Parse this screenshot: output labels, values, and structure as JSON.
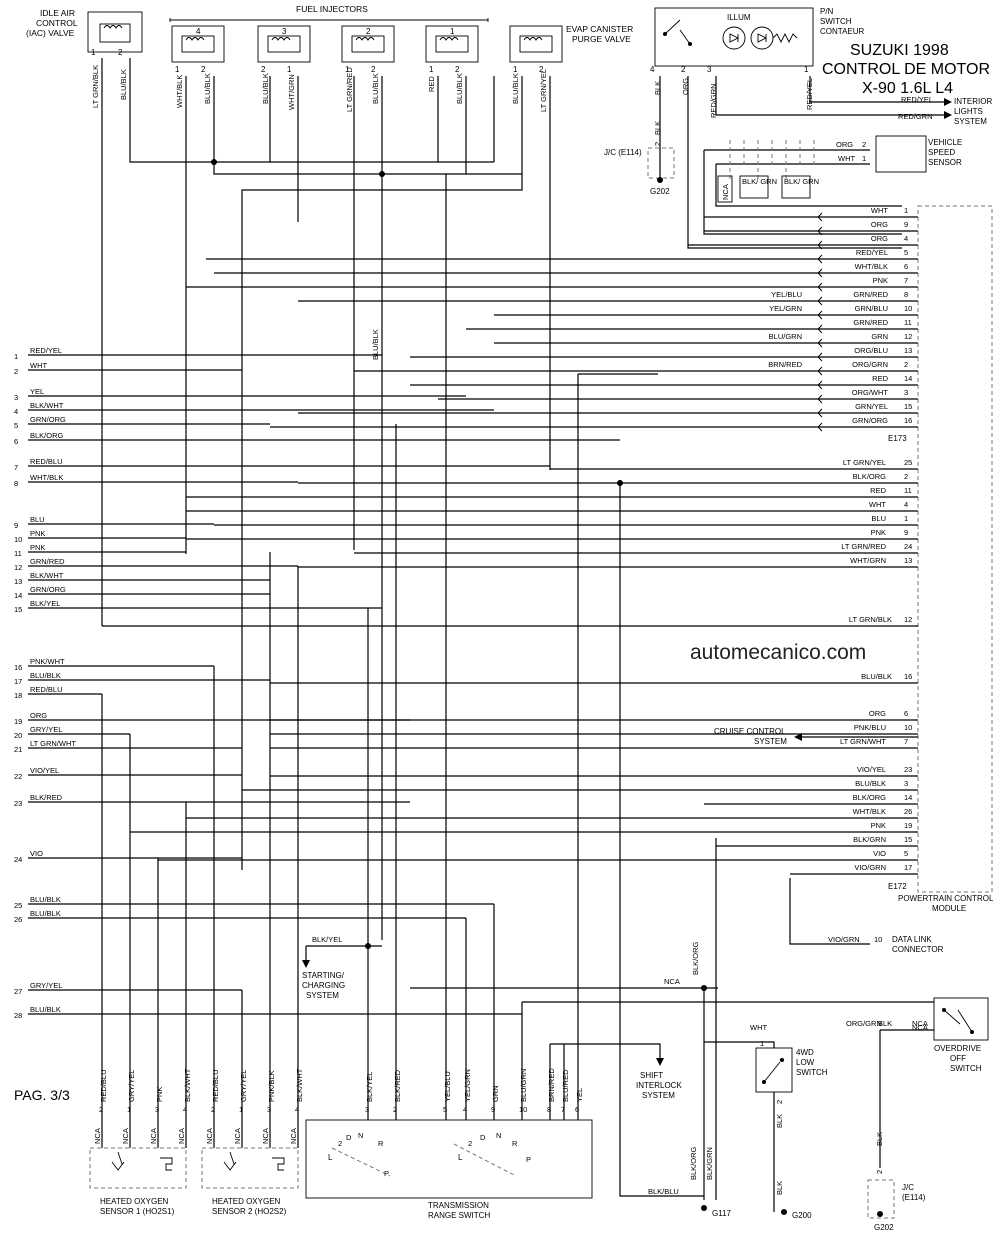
{
  "title": {
    "line1": "SUZUKI 1998",
    "line2": "CONTROL DE MOTOR",
    "line3": "X-90 1.6L L4"
  },
  "watermark": "automecanico.com",
  "page_label": "PAG. 3/3",
  "components": {
    "iac": [
      "IDLE AIR",
      "CONTROL",
      "(IAC) VALVE"
    ],
    "fuel_injectors": "FUEL INJECTORS",
    "evap": [
      "EVAP CANISTER",
      "PURGE VALVE"
    ],
    "pn_switch": [
      "P/N",
      "SWITCH",
      "CONTAEUR"
    ],
    "illum": "ILLUM",
    "interior_lights": [
      "INTERIOR",
      "LIGHTS",
      "SYSTEM"
    ],
    "vss": [
      "VEHICLE",
      "SPEED",
      "SENSOR"
    ],
    "jc_top": "J/C (E114)",
    "g202_top": "G202",
    "pcm": [
      "POWERTRAIN CONTROL",
      "MODULE"
    ],
    "cruise": [
      "CRUISE CONTROL",
      "SYSTEM"
    ],
    "dlc": [
      "DATA LINK",
      "CONNECTOR"
    ],
    "starting": [
      "STARTING/",
      "CHARGING",
      "SYSTEM"
    ],
    "shift_interlock": [
      "SHIFT",
      "INTERLOCK",
      "SYSTEM"
    ],
    "fourwd": [
      "4WD",
      "LOW",
      "SWITCH"
    ],
    "overdrive": [
      "OVERDRIVE",
      "OFF",
      "SWITCH"
    ],
    "jc_bottom": [
      "J/C",
      "(E114)"
    ],
    "g202_bottom": "G202",
    "g117": "G117",
    "g200": "G200",
    "ho2s1": [
      "HEATED OXYGEN",
      "SENSOR 1 (HO2S1)"
    ],
    "ho2s2": [
      "HEATED OXYGEN",
      "SENSOR 2 (HO2S2)"
    ],
    "trs": [
      "TRANSMISSION",
      "RANGE SWITCH"
    ],
    "e173": "E173",
    "e172": "E172",
    "nca": "NCA"
  },
  "top_connectors": {
    "iac": {
      "pins": [
        "1",
        "2"
      ],
      "wires": [
        "LT GRN/BLK",
        "BLU/BLK"
      ]
    },
    "inj4": {
      "num": "4",
      "pins": [
        "1",
        "2"
      ],
      "wires": [
        "WHT/BLK",
        "BLU/BLK"
      ]
    },
    "inj3": {
      "num": "3",
      "pins": [
        "2",
        "1"
      ],
      "wires": [
        "BLU/BLK",
        "WHT/GRN"
      ]
    },
    "inj2": {
      "num": "2",
      "pins": [
        "1",
        "2"
      ],
      "wires": [
        "LT GRN/RED",
        "BLU/BLK"
      ]
    },
    "inj1": {
      "num": "1",
      "pins": [
        "1",
        "2"
      ],
      "wires": [
        "RED",
        "BLU/BLK"
      ]
    },
    "evap": {
      "pins": [
        "1",
        "2"
      ],
      "wires": [
        "BLU/BLK",
        "LT GRN/YEL"
      ]
    },
    "pn": {
      "pins": [
        "4",
        "2",
        "3",
        "1"
      ],
      "wires": [
        "BLK",
        "ORG",
        "RED/GRN",
        "RED/YEL"
      ]
    },
    "blu_blk_mid": "BLU/BLK",
    "jc_blk": "BLK",
    "jc_pin": "2"
  },
  "interior_wires": [
    "RED/YEL",
    "RED/GRN"
  ],
  "vss_wires": [
    {
      "color": "ORG",
      "pin": "2"
    },
    {
      "color": "WHT",
      "pin": "1"
    }
  ],
  "vss_branches": [
    "BLK/ GRN",
    "BLK/ GRN"
  ],
  "left_wires": [
    {
      "pin": "1",
      "color": "RED/YEL"
    },
    {
      "pin": "2",
      "color": "WHT"
    },
    {
      "pin": "3",
      "color": "YEL"
    },
    {
      "pin": "4",
      "color": "BLK/WHT"
    },
    {
      "pin": "5",
      "color": "GRN/ORG"
    },
    {
      "pin": "6",
      "color": "BLK/ORG"
    },
    {
      "pin": "7",
      "color": "RED/BLU"
    },
    {
      "pin": "8",
      "color": "WHT/BLK"
    },
    {
      "pin": "9",
      "color": "BLU"
    },
    {
      "pin": "10",
      "color": "PNK"
    },
    {
      "pin": "11",
      "color": "PNK"
    },
    {
      "pin": "12",
      "color": "GRN/RED"
    },
    {
      "pin": "13",
      "color": "BLK/WHT"
    },
    {
      "pin": "14",
      "color": "GRN/ORG"
    },
    {
      "pin": "15",
      "color": "BLK/YEL"
    },
    {
      "pin": "16",
      "color": "PNK/WHT"
    },
    {
      "pin": "17",
      "color": "BLU/BLK"
    },
    {
      "pin": "18",
      "color": "RED/BLU"
    },
    {
      "pin": "19",
      "color": "ORG"
    },
    {
      "pin": "20",
      "color": "GRY/YEL"
    },
    {
      "pin": "21",
      "color": "LT GRN/WHT"
    },
    {
      "pin": "22",
      "color": "VIO/YEL"
    },
    {
      "pin": "23",
      "color": "BLK/RED"
    },
    {
      "pin": "24",
      "color": "VIO"
    },
    {
      "pin": "25",
      "color": "BLU/BLK"
    },
    {
      "pin": "26",
      "color": "BLU/BLK"
    },
    {
      "pin": "27",
      "color": "GRY/YEL"
    },
    {
      "pin": "28",
      "color": "BLU/BLK"
    }
  ],
  "pcm_e173": [
    {
      "color": "WHT",
      "pin": "1"
    },
    {
      "color": "ORG",
      "pin": "9"
    },
    {
      "color": "ORG",
      "pin": "4"
    },
    {
      "color": "RED/YEL",
      "pin": "5"
    },
    {
      "color": "WHT/BLK",
      "pin": "6"
    },
    {
      "color": "PNK",
      "pin": "7"
    },
    {
      "color": "GRN/RED",
      "pin": "8"
    },
    {
      "color": "GRN/BLU",
      "pin": "10"
    },
    {
      "color": "GRN/RED",
      "pin": "11"
    },
    {
      "color": "GRN",
      "pin": "12"
    },
    {
      "color": "ORG/BLU",
      "pin": "13"
    },
    {
      "color": "ORG/GRN",
      "pin": "2"
    },
    {
      "color": "RED",
      "pin": "14"
    },
    {
      "color": "ORG/WHT",
      "pin": "3"
    },
    {
      "color": "GRN/YEL",
      "pin": "15"
    },
    {
      "color": "GRN/ORG",
      "pin": "16"
    }
  ],
  "pcm_e173_left": [
    {
      "row": 7,
      "color": "YEL/BLU"
    },
    {
      "row": 8,
      "color": "YEL/GRN"
    },
    {
      "row": 10,
      "color": "BLU/GRN"
    },
    {
      "row": 12,
      "color": "BRN/RED"
    }
  ],
  "pcm_e172a": [
    {
      "color": "LT GRN/YEL",
      "pin": "25"
    },
    {
      "color": "BLK/ORG",
      "pin": "2"
    },
    {
      "color": "RED",
      "pin": "11"
    },
    {
      "color": "WHT",
      "pin": "4"
    },
    {
      "color": "BLU",
      "pin": "1"
    },
    {
      "color": "PNK",
      "pin": "9"
    },
    {
      "color": "LT GRN/RED",
      "pin": "24"
    },
    {
      "color": "WHT/GRN",
      "pin": "13"
    }
  ],
  "pcm_e172_ltgrnblk": {
    "color": "LT GRN/BLK",
    "pin": "12"
  },
  "pcm_e172_blublk": {
    "color": "BLU/BLK",
    "pin": "16"
  },
  "pcm_e172b": [
    {
      "color": "ORG",
      "pin": "6"
    },
    {
      "color": "PNK/BLU",
      "pin": "10"
    },
    {
      "color": "LT GRN/WHT",
      "pin": "7"
    },
    {
      "color": "VIO/YEL",
      "pin": "23"
    },
    {
      "color": "BLU/BLK",
      "pin": "3"
    },
    {
      "color": "BLK/ORG",
      "pin": "14"
    },
    {
      "color": "WHT/BLK",
      "pin": "26"
    },
    {
      "color": "PNK",
      "pin": "19"
    },
    {
      "color": "BLK/GRN",
      "pin": "15"
    },
    {
      "color": "VIO",
      "pin": "5"
    },
    {
      "color": "VIO/GRN",
      "pin": "17"
    }
  ],
  "dlc_wire": {
    "color": "VIO/GRN",
    "pin": "10"
  },
  "starting_wire": "BLK/YEL",
  "blk_org_vertical": "BLK/ORG",
  "od_wires": [
    {
      "color": "ORG/GRN"
    },
    {
      "color": "BLK"
    }
  ],
  "fourwd_wire": {
    "color": "WHT",
    "pin": "1",
    "pin2": "2",
    "color2": "BLK"
  },
  "ground_wires": {
    "blkblu": "BLK/BLU",
    "blkorg": "BLK/ORG",
    "blkgrn": "BLK/GRN",
    "blk_g200": "BLK",
    "jc_blk": "BLK",
    "jc_pin": "2"
  },
  "ho2s1": {
    "pins": [
      "2",
      "1",
      "3",
      "4"
    ],
    "wires": [
      "RED/BLU",
      "GRY/YEL",
      "PNK",
      "BLK/WHT"
    ]
  },
  "ho2s2": {
    "pins": [
      "2",
      "1",
      "3",
      "4"
    ],
    "wires": [
      "RED/BLU",
      "GRY/YEL",
      "PNK/BLK",
      "BLK/WHT"
    ]
  },
  "trs": {
    "pins": [
      "3",
      "2",
      "5",
      "4",
      "9",
      "10",
      "8",
      "7",
      "6"
    ],
    "wires": [
      "BLK/YEL",
      "BLK/RED",
      "YEL/BLU",
      "YEL/GRN",
      "GRN",
      "BLU/GRN",
      "BRN/RED",
      "BLU/RED",
      "YEL"
    ],
    "positions": [
      "L",
      "2",
      "D",
      "N",
      "R",
      "P"
    ]
  }
}
